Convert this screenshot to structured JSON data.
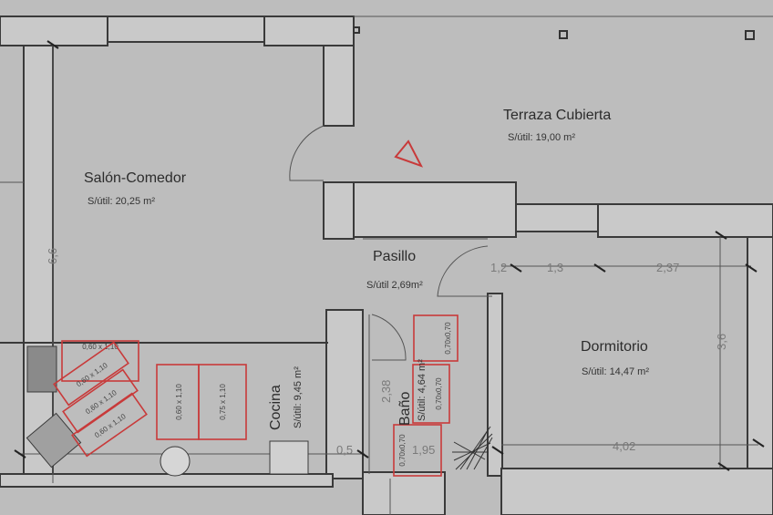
{
  "colors": {
    "paper": "#bdbdbd",
    "wall_fill": "#c9c9c9",
    "line": "#3a3a3a",
    "fixture_outline": "#c83a3a",
    "dimension_text": "#7a7a7a"
  },
  "rooms": {
    "terraza": {
      "name": "Terraza Cubierta",
      "area": "S/útil: 19,00 m²"
    },
    "salon": {
      "name": "Salón-Comedor",
      "area": "S/útil: 20,25 m²"
    },
    "pasillo": {
      "name": "Pasillo",
      "area": "S/útil 2,69m²"
    },
    "dormitorio": {
      "name": "Dormitorio",
      "area": "S/útil: 14,47 m²"
    },
    "cocina": {
      "name": "Cocina",
      "area": "S/útil: 9,45 m²"
    },
    "bano": {
      "name": "Baño",
      "area": "S/útil: 4,64 m²"
    }
  },
  "dimensions": {
    "salon_height": "6,6",
    "pasillo_small": "1,2",
    "dorm_top_a": "1,3",
    "dorm_top_b": "2,37",
    "dorm_right": "3,6",
    "dorm_bottom": "4,02",
    "bano_height": "2,38",
    "bano_width": "1,95",
    "bano_side": "0,5"
  },
  "fixtures": {
    "k1": "0,60 x 1,10",
    "k2": "0,60 x 1,10",
    "k3": "0,60 x 1,10",
    "k4": "0,60 x 1,10",
    "k5": "0,60 x 1,10",
    "k6": "0,75 x 1,10",
    "b1": "0,70x0,70",
    "b2": "0,70x0,70",
    "b3": "0,70x0,70"
  }
}
